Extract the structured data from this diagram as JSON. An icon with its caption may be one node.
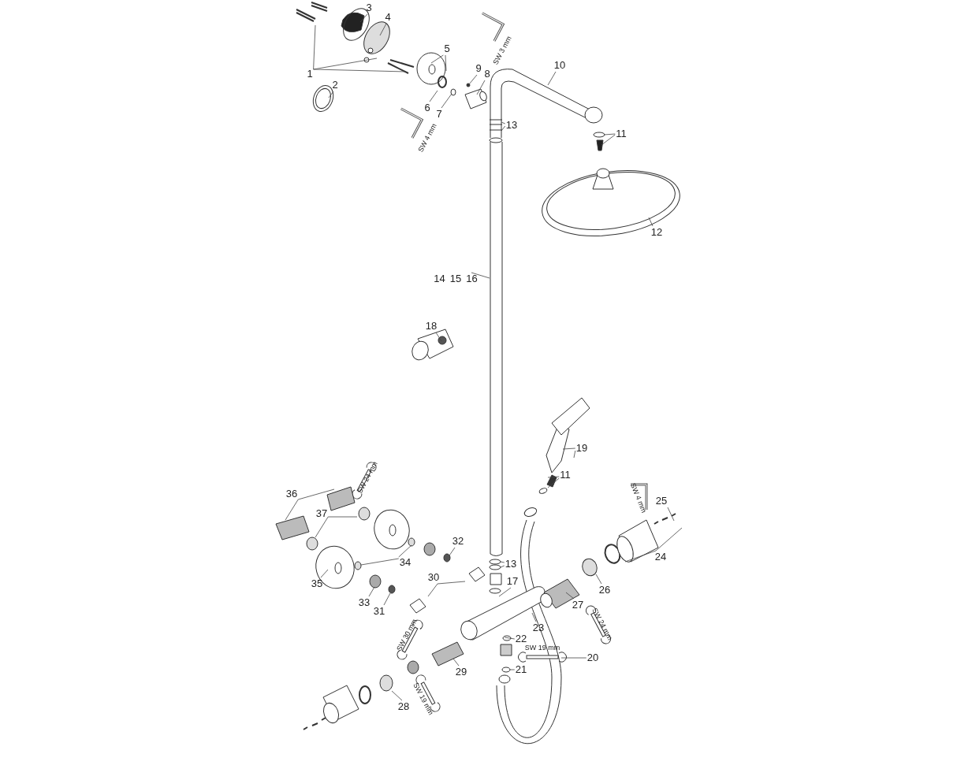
{
  "diagram": {
    "nodes": [
      {
        "text": [
          "3"
        ]
      },
      {
        "text": [
          "4"
        ]
      },
      {
        "text": [
          "5"
        ]
      },
      {
        "text": [
          "10"
        ]
      },
      {
        "text": [
          "9"
        ]
      },
      {
        "text": [
          "8"
        ]
      },
      {
        "text": [
          "1"
        ]
      },
      {
        "text": [
          "2"
        ]
      },
      {
        "text": [
          "6"
        ]
      },
      {
        "text": [
          "7"
        ]
      },
      {
        "text": [
          "13"
        ]
      },
      {
        "text": [
          "11"
        ]
      },
      {
        "text": [
          "12"
        ]
      },
      {
        "text": [
          "14",
          "15",
          "16"
        ]
      },
      {
        "text": [
          "18"
        ]
      },
      {
        "text": [
          "19"
        ]
      },
      {
        "text": [
          "11"
        ]
      },
      {
        "text": [
          "36"
        ]
      },
      {
        "text": [
          "25"
        ]
      },
      {
        "text": [
          "37"
        ]
      },
      {
        "text": [
          "32"
        ]
      },
      {
        "text": [
          "34"
        ]
      },
      {
        "text": [
          "24"
        ]
      },
      {
        "text": [
          "13"
        ]
      },
      {
        "text": [
          "30"
        ]
      },
      {
        "text": [
          "35"
        ]
      },
      {
        "text": [
          "17"
        ]
      },
      {
        "text": [
          "26"
        ]
      },
      {
        "text": [
          "33"
        ]
      },
      {
        "text": [
          "31"
        ]
      },
      {
        "text": [
          "27"
        ]
      },
      {
        "text": [
          "23"
        ]
      },
      {
        "text": [
          "22"
        ]
      },
      {
        "text": [
          "29"
        ]
      },
      {
        "text": [
          "20"
        ]
      },
      {
        "text": [
          "21"
        ]
      },
      {
        "text": [
          "28"
        ]
      }
    ],
    "edges": [
      {
        "from": 0,
        "to": null,
        "arrow": "none"
      },
      {
        "from": 1,
        "to": null,
        "arrow": "none"
      },
      {
        "from": 2,
        "to": null,
        "arrow": "none"
      },
      {
        "from": 2,
        "to": null,
        "arrow": "none"
      },
      {
        "from": 3,
        "to": null,
        "arrow": "none"
      },
      {
        "from": 4,
        "to": null,
        "arrow": "none"
      },
      {
        "from": 5,
        "to": null,
        "arrow": "none"
      },
      {
        "from": 6,
        "to": null,
        "arrow": "none"
      },
      {
        "from": 6,
        "to": null,
        "arrow": "none"
      },
      {
        "from": 6,
        "to": null,
        "arrow": "none"
      },
      {
        "from": 7,
        "to": null,
        "arrow": "none"
      },
      {
        "from": 8,
        "to": null,
        "arrow": "none"
      },
      {
        "from": 9,
        "to": null,
        "arrow": "none"
      },
      {
        "from": 10,
        "to": null,
        "arrow": "none"
      },
      {
        "from": 10,
        "to": null,
        "arrow": "none"
      },
      {
        "from": 11,
        "to": null,
        "arrow": "none"
      },
      {
        "from": 11,
        "to": null,
        "arrow": "none"
      },
      {
        "from": 12,
        "to": null,
        "arrow": "none"
      },
      {
        "from": 13,
        "to": null,
        "arrow": "none"
      },
      {
        "from": 14,
        "to": null,
        "arrow": "none"
      },
      {
        "from": 15,
        "to": null,
        "arrow": "none"
      },
      {
        "from": 15,
        "to": null,
        "arrow": "none"
      },
      {
        "from": 16,
        "to": null,
        "arrow": "none"
      },
      {
        "from": 16,
        "to": null,
        "arrow": "none"
      },
      {
        "from": 17,
        "to": null,
        "arrow": "none"
      },
      {
        "from": 17,
        "to": null,
        "arrow": "none"
      },
      {
        "from": 19,
        "to": null,
        "arrow": "none"
      },
      {
        "from": 19,
        "to": null,
        "arrow": "none"
      },
      {
        "from": 20,
        "to": null,
        "arrow": "none"
      },
      {
        "from": 21,
        "to": null,
        "arrow": "none"
      },
      {
        "from": 21,
        "to": null,
        "arrow": "none"
      },
      {
        "from": 22,
        "to": null,
        "arrow": "none"
      },
      {
        "from": 22,
        "to": null,
        "arrow": "none"
      },
      {
        "from": 23,
        "to": null,
        "arrow": "none"
      },
      {
        "from": 23,
        "to": null,
        "arrow": "none"
      },
      {
        "from": 24,
        "to": null,
        "arrow": "none"
      },
      {
        "from": 24,
        "to": null,
        "arrow": "none"
      },
      {
        "from": 25,
        "to": null,
        "arrow": "none"
      },
      {
        "from": 26,
        "to": null,
        "arrow": "none"
      },
      {
        "from": 27,
        "to": null,
        "arrow": "none"
      },
      {
        "from": 28,
        "to": null,
        "arrow": "none"
      },
      {
        "from": 29,
        "to": null,
        "arrow": "none"
      },
      {
        "from": 30,
        "to": null,
        "arrow": "none"
      },
      {
        "from": 31,
        "to": null,
        "arrow": "none"
      },
      {
        "from": 32,
        "to": null,
        "arrow": "none"
      },
      {
        "from": 33,
        "to": null,
        "arrow": "none"
      },
      {
        "from": 34,
        "to": null,
        "arrow": "none"
      },
      {
        "from": 35,
        "to": null,
        "arrow": "none"
      },
      {
        "from": 36,
        "to": null,
        "arrow": "none"
      },
      {
        "from": 18,
        "to": null,
        "arrow": "none"
      }
    ],
    "labels": [
      "SW 3 mm",
      "SW 4 mm",
      "SW 24 mm",
      "SW 4 mm",
      "SW 24 mm",
      "SW 30 mm",
      "SW 19 mm",
      "SW 19 mm"
    ]
  }
}
